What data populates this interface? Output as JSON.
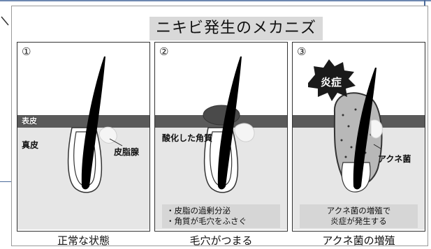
{
  "title": "ニキビ発生のメカニズム",
  "panels": [
    {
      "number": "①",
      "labels": {
        "epidermis": "表皮",
        "dermis": "真皮",
        "sebaceous_gland": "皮脂腺"
      },
      "caption": "正常な状態"
    },
    {
      "number": "②",
      "labels": {
        "keratin": "酸化した角質"
      },
      "notes": [
        "・皮脂の過剰分泌",
        "・角質が毛穴をふさぐ"
      ],
      "caption": "毛穴がつまる"
    },
    {
      "number": "③",
      "labels": {
        "inflammation": "炎症",
        "bacteria": "アクネ菌"
      },
      "notes": [
        "アクネ菌の増殖で",
        "炎症が発生する"
      ],
      "caption": "アクネ菌の増殖"
    }
  ],
  "colors": {
    "title_bg": "#d9d9d9",
    "skin_band": "#5a5a5a",
    "dermis": "#e6e6e6",
    "hair": "#000000",
    "note_bg": "#d6d6d6"
  }
}
